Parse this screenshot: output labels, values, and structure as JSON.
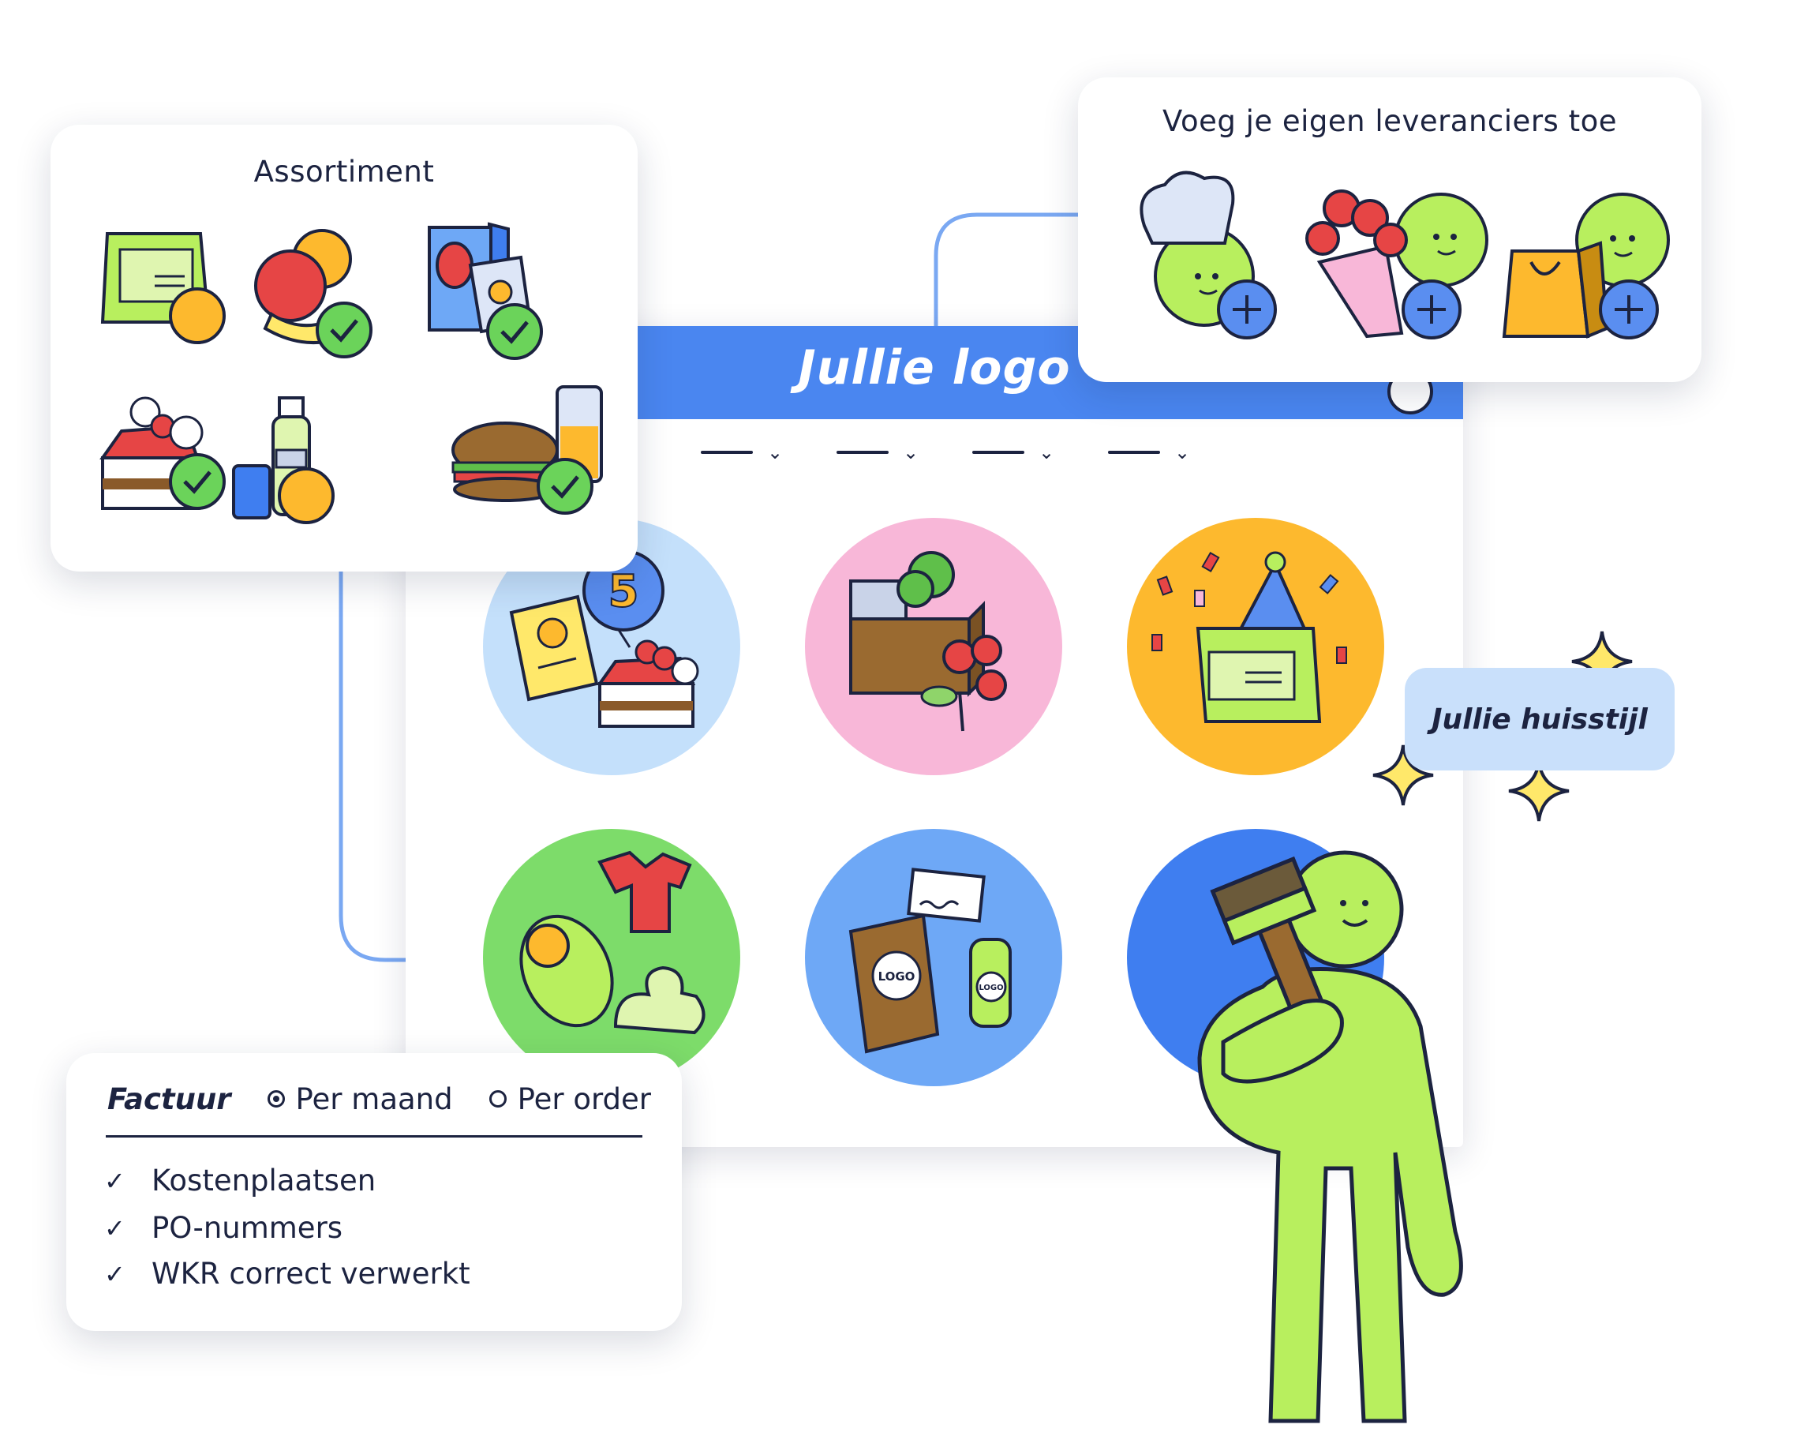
{
  "assortiment": {
    "title": "Assortiment",
    "items": [
      {
        "icon": "gift-card-icon",
        "status": "pending"
      },
      {
        "icon": "fruit-icon",
        "status": "checked"
      },
      {
        "icon": "greeting-card-icon",
        "status": "checked"
      },
      {
        "icon": "cake-icon",
        "status": "checked"
      },
      {
        "icon": "drinks-icon",
        "status": "pending"
      },
      {
        "icon": "lunch-icon",
        "status": "checked"
      }
    ]
  },
  "suppliers": {
    "title": "Voeg je eigen leveranciers toe",
    "items": [
      {
        "icon": "chef-supplier-icon",
        "action": "add"
      },
      {
        "icon": "flower-supplier-icon",
        "action": "add"
      },
      {
        "icon": "bag-supplier-icon",
        "action": "add"
      }
    ]
  },
  "shop": {
    "logo_text": "Jullie logo",
    "header_color": "#4a86f0",
    "filters": [
      "filter-1",
      "filter-2",
      "filter-3",
      "filter-4"
    ],
    "categories": [
      {
        "icon": "birthday-icon",
        "color": "#c4e0fb"
      },
      {
        "icon": "plants-flowers-icon",
        "color": "#f8b7d8"
      },
      {
        "icon": "party-icon",
        "color": "#fdb92e"
      },
      {
        "icon": "baby-icon",
        "color": "#7ddc6a"
      },
      {
        "icon": "merchandise-icon",
        "color": "#6ea8f6"
      },
      {
        "icon": "branding-icon",
        "color": "#3f7ef0"
      }
    ]
  },
  "huisstijl": {
    "label": "Jullie huisstijl"
  },
  "factuur": {
    "label": "Factuur",
    "options": [
      {
        "label": "Per maand",
        "selected": true
      },
      {
        "label": "Per order",
        "selected": false
      }
    ],
    "features": [
      "Kostenplaatsen",
      "PO-nummers",
      "WKR correct verwerkt"
    ]
  },
  "colors": {
    "primary": "#4a86f0",
    "line": "#7aa8f2",
    "ink": "#1c2340",
    "character": "#b8ef5e",
    "check_green": "#6bd35a",
    "pending_orange": "#fdb92e"
  }
}
